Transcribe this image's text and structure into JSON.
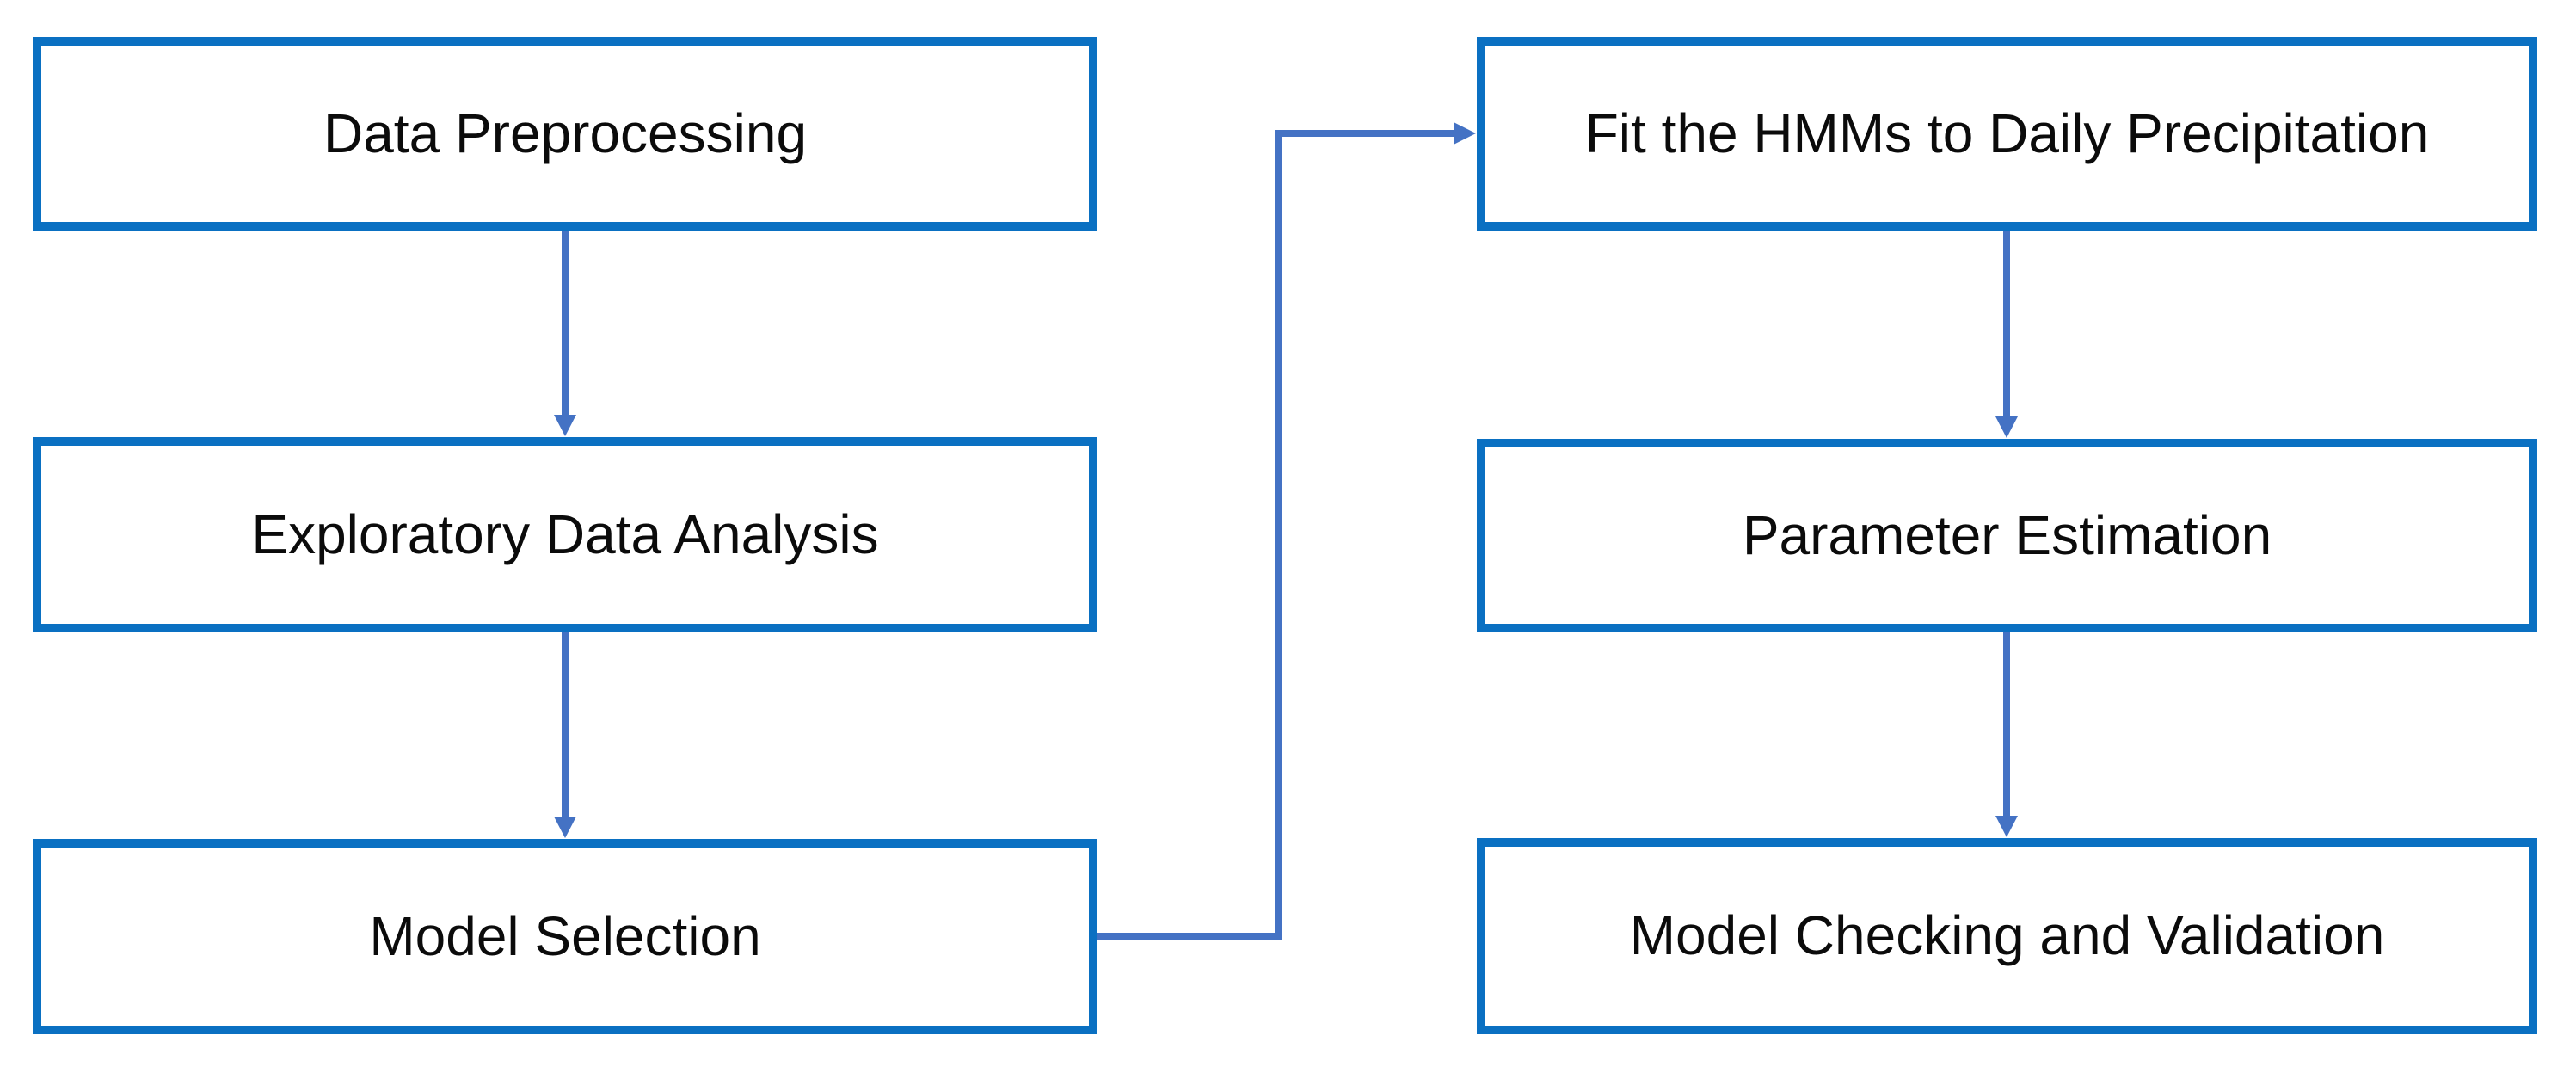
{
  "diagram": {
    "type": "flowchart",
    "boxes": [
      {
        "id": "data-preprocessing",
        "label": "Data Preprocessing",
        "column": "left",
        "row": 1
      },
      {
        "id": "exploratory-data-analysis",
        "label": "Exploratory Data Analysis",
        "column": "left",
        "row": 2
      },
      {
        "id": "model-selection",
        "label": "Model Selection",
        "column": "left",
        "row": 3
      },
      {
        "id": "fit-hmms",
        "label": "Fit the HMMs to Daily Precipitation",
        "column": "right",
        "row": 1
      },
      {
        "id": "parameter-estimation",
        "label": "Parameter Estimation",
        "column": "right",
        "row": 2
      },
      {
        "id": "model-checking",
        "label": "Model Checking and Validation",
        "column": "right",
        "row": 3
      }
    ],
    "connectors": [
      {
        "from": "data-preprocessing",
        "to": "exploratory-data-analysis",
        "style": "straight-down-arrow"
      },
      {
        "from": "exploratory-data-analysis",
        "to": "model-selection",
        "style": "straight-down-arrow"
      },
      {
        "from": "model-selection",
        "to": "fit-hmms",
        "style": "elbow-right-up-right-arrow"
      },
      {
        "from": "fit-hmms",
        "to": "parameter-estimation",
        "style": "straight-down-arrow"
      },
      {
        "from": "parameter-estimation",
        "to": "model-checking",
        "style": "straight-down-arrow"
      }
    ]
  },
  "colors": {
    "box-border": "#0a70c2",
    "box-fill": "#ffffff",
    "arrow": "#4472c4",
    "text": "#0b0b0b",
    "background": "#ffffff"
  }
}
